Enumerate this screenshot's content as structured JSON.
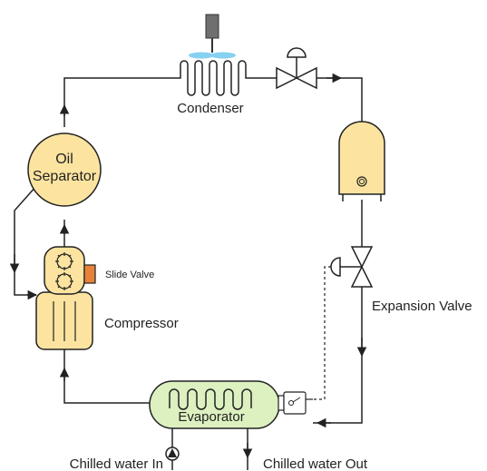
{
  "labels": {
    "condenser": "Condenser",
    "oil_separator_line1": "Oil",
    "oil_separator_line2": "Separator",
    "slide_valve": "Slide Valve",
    "compressor": "Compressor",
    "expansion_valve": "Expansion Valve",
    "evaporator": "Evaporator",
    "chilled_water_in": "Chilled water In",
    "chilled_water_out": "Chilled water Out"
  },
  "colors": {
    "component_fill": "#FCE4A0",
    "evaporator_fill": "#DDF0C0",
    "slide_valve_fill": "#E8823A",
    "fan_blade": "#86D0F2",
    "motor": "#6F6F6F",
    "line": "#222222"
  }
}
